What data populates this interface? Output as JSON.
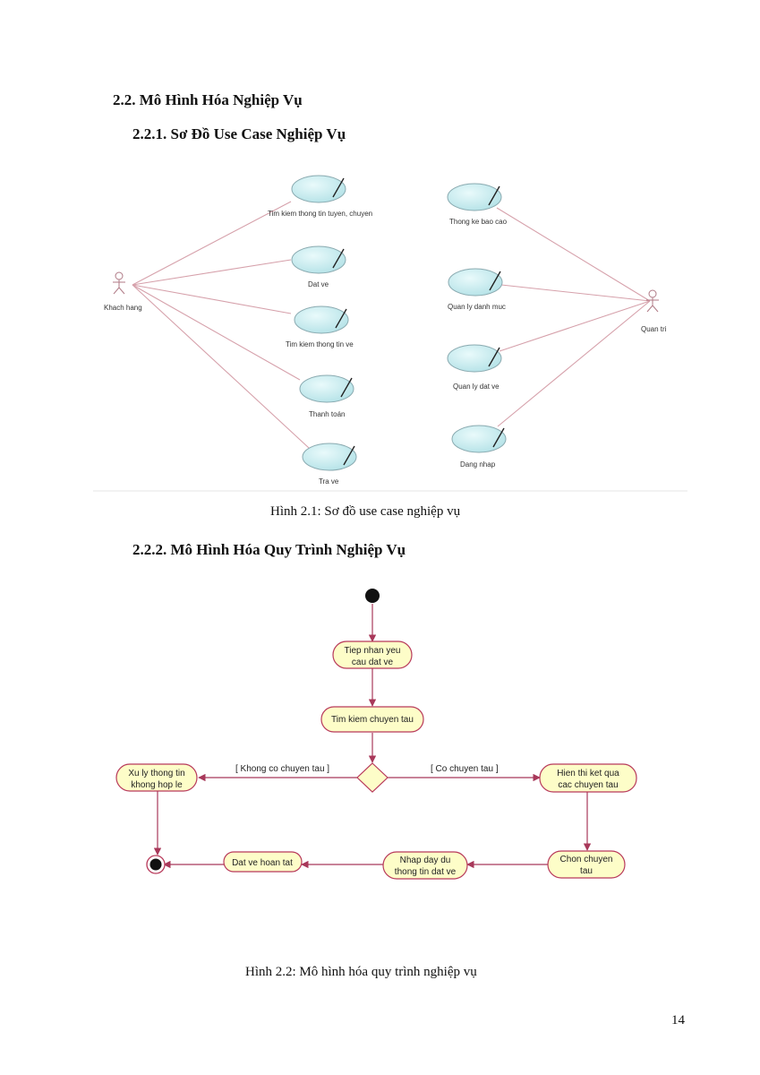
{
  "headings": {
    "section": "2.2. Mô Hình Hóa Nghiệp Vụ",
    "sub1": "2.2.1. Sơ Đồ Use Case Nghiệp Vụ",
    "sub2": "2.2.2. Mô Hình Hóa Quy Trình Nghiệp Vụ"
  },
  "figure1": {
    "caption": "Hình 2.1: Sơ đồ use case nghiệp vụ",
    "actor_customer": "Khach hang",
    "actor_admin": "Quan tri",
    "customer_use_cases": [
      "Tim kiem thong tin tuyen, chuyen",
      "Dat ve",
      "Tim kiem thong tin ve",
      "Thanh toán",
      "Tra ve"
    ],
    "admin_use_cases": [
      "Thong ke bao cao",
      "Quan ly danh muc",
      "Quan ly dat ve",
      "Dang nhap"
    ]
  },
  "figure2": {
    "caption": "Hình 2.2: Mô hình hóa quy trình nghiệp vụ",
    "activities": {
      "receive_line1": "Tiep nhan yeu",
      "receive_line2": "cau dat ve",
      "search": "Tim kiem chuyen tau",
      "invalid_line1": "Xu ly thong tin",
      "invalid_line2": "khong hop le",
      "show_line1": "Hien thi ket qua",
      "show_line2": "cac chuyen tau",
      "choose_line1": "Chon chuyen",
      "choose_line2": "tau",
      "enter_line1": "Nhap day du",
      "enter_line2": "thong tin dat ve",
      "done": "Dat ve hoan tat"
    },
    "guards": {
      "no_train": "[ Khong co chuyen tau ]",
      "has_train": "[ Co chuyen tau ]"
    }
  },
  "page_number": "14",
  "colors": {
    "association": "#d6a1ab",
    "usecase_fill": "#c6ecef",
    "usecase_stroke": "#8aaab0",
    "activity_fill": "#fdfdc8",
    "activity_stroke": "#b8395a",
    "flow": "#a8385a"
  }
}
